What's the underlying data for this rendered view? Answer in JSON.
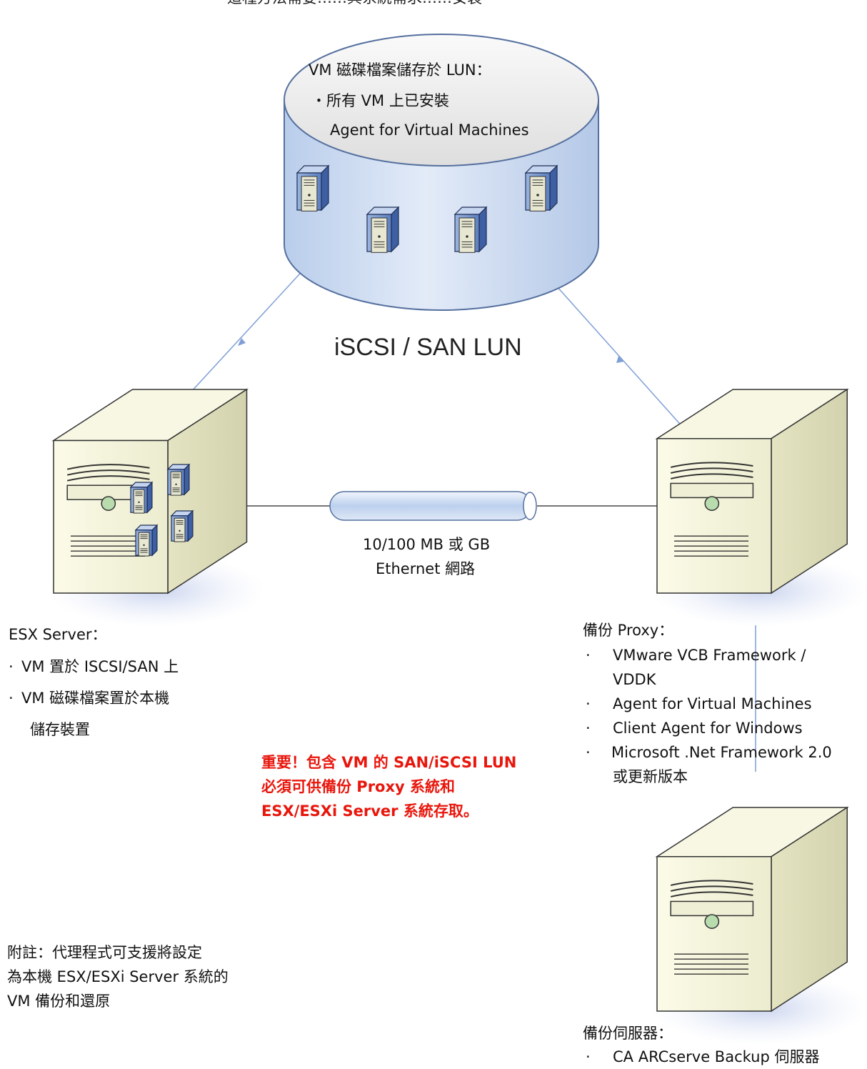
{
  "top_caption": "這種方法需要……與系統需求……安裝",
  "db": {
    "title": "VM 磁碟檔案儲存於 LUN：",
    "bullet_line1": "所有 VM 上已安裝",
    "bullet_line2": "Agent for Virtual Machines"
  },
  "san_label": "iSCSI / SAN LUN",
  "network": {
    "line1": "10/100 MB 或 GB",
    "line2": "Ethernet 網路"
  },
  "esx": {
    "title": "ESX Server：",
    "items": [
      "VM 置於 ISCSI/SAN 上",
      "VM 磁碟檔案置於本機",
      "儲存裝置"
    ]
  },
  "proxy": {
    "title": "備份 Proxy：",
    "items": [
      "VMware VCB Framework /",
      "VDDK",
      "Agent for Virtual Machines",
      "Client Agent for Windows",
      "Microsoft .Net Framework 2.0",
      "或更新版本"
    ]
  },
  "important": {
    "line1": "重要！包含 VM 的 SAN/iSCSI LUN",
    "line2": "必須可供備份 Proxy 系統和",
    "line3": "ESX/ESXi Server 系統存取。"
  },
  "note": {
    "line1": "附註：代理程式可支援將設定",
    "line2": "為本機 ESX/ESXi Server 系統的",
    "line3": "VM 備份和還原"
  },
  "backup_server": {
    "title": "備份伺服器：",
    "items": [
      "CA ARCserve Backup 伺服器"
    ]
  },
  "colors": {
    "accent_red": "#e8160c",
    "db_blue": "#cfdcf0",
    "server_cream": "#f4f4dc",
    "line_blue": "#7f9fd6"
  }
}
